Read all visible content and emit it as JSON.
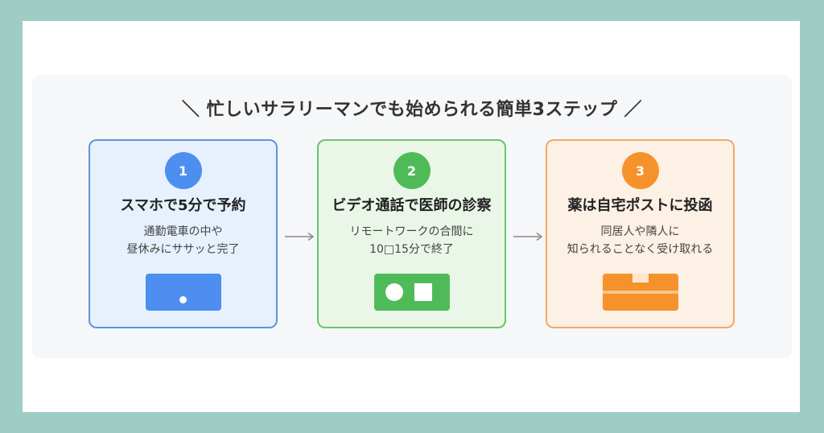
{
  "title": "＼ 忙しいサラリーマンでも始められる簡単3ステップ ／",
  "steps": [
    {
      "number": "1",
      "title": "スマホで5分で予約",
      "desc": [
        "通勤電車の中や",
        "昼休みにササッと完了"
      ],
      "icon": "smartphone-icon",
      "color": "#4d8ef0"
    },
    {
      "number": "2",
      "title": "ビデオ通話で医師の診察",
      "desc": [
        "リモートワークの合間に",
        "10□15分で終了"
      ],
      "icon": "video-call-icon",
      "color": "#4fbb58"
    },
    {
      "number": "3",
      "title": "薬は自宅ポストに投函",
      "desc": [
        "同居人や隣人に",
        "知られることなく受け取れる"
      ],
      "icon": "package-icon",
      "color": "#f5922b"
    }
  ],
  "connector_icon": "arrow-right-icon"
}
